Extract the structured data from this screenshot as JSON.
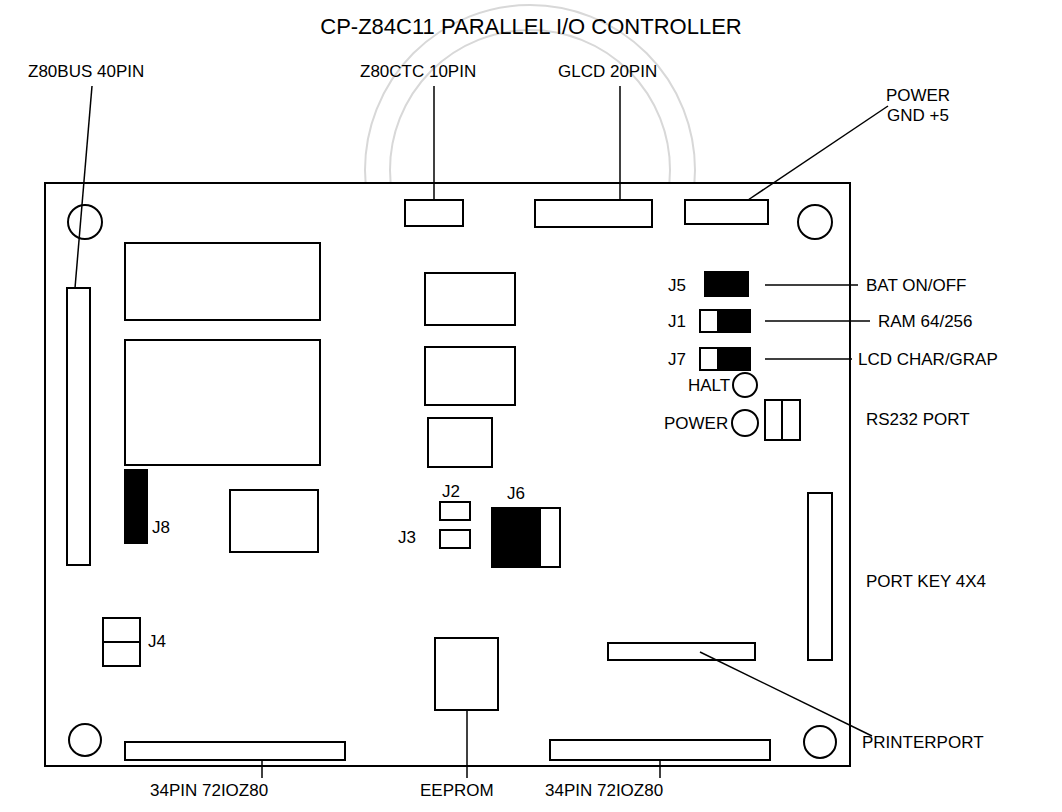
{
  "diagram": {
    "title": "CP-Z84C11 PARALLEL I/O CONTROLLER",
    "labels": [
      "Z80BUS 40PIN",
      "Z80CTC 10PIN",
      "GLCD 20PIN",
      "POWER GND +5",
      "J5",
      "BAT ON/OFF",
      "J1",
      "RAM 64/256",
      "J7",
      "LCD CHAR/GRAP",
      "HALT",
      "POWER",
      "RS232 PORT",
      "J2",
      "J6",
      "J8",
      "J3",
      "J4",
      "PORT KEY 4X4",
      "PRINTERPORT",
      "34PIN 72IOZ80",
      "EEPROM",
      "34PIN 72IOZ80"
    ]
  }
}
